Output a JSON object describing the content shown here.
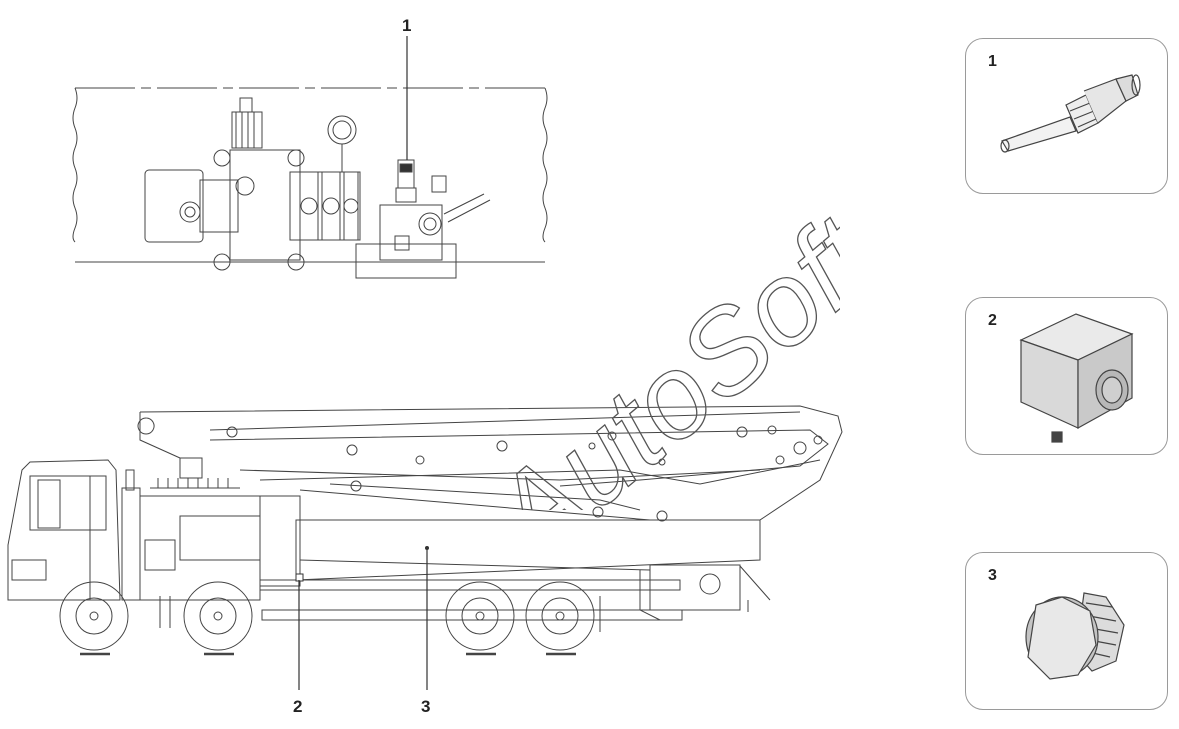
{
  "callouts": {
    "c1": "1",
    "c2": "2",
    "c3": "3"
  },
  "panels": [
    {
      "label": "1",
      "icon": "temperature-sensor-icon"
    },
    {
      "label": "2",
      "icon": "junction-box-icon"
    },
    {
      "label": "3",
      "icon": "hex-plug-icon"
    }
  ],
  "watermark": "AutoSoft",
  "colors": {
    "line": "#444444",
    "light": "#9a9a9a",
    "watermark": "#555555"
  }
}
